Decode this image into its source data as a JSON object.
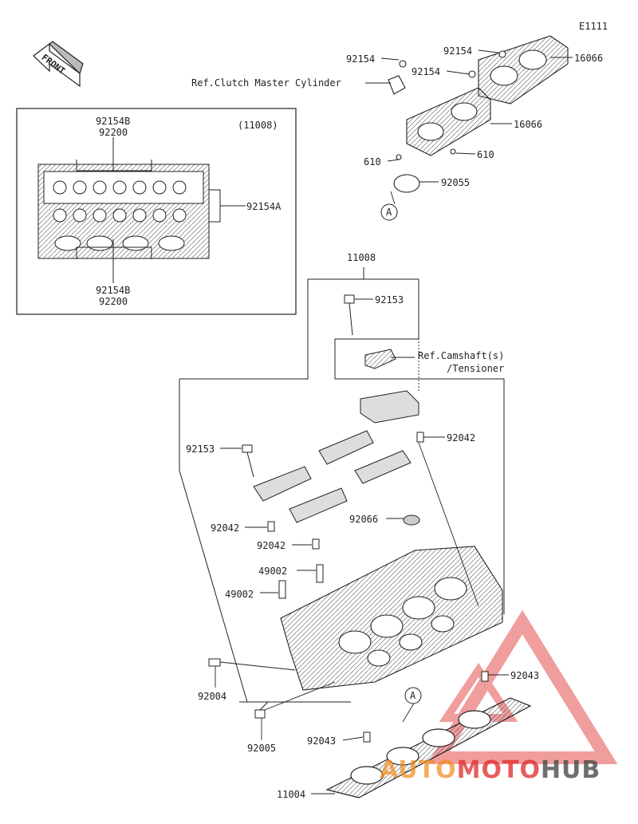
{
  "diagram": {
    "code": "E1111",
    "front_label": "FRONT",
    "inset_group": "(11008)",
    "inset_labels": {
      "top_a": "92154B",
      "top_b": "92200",
      "right": "92154A",
      "bottom_a": "92154B",
      "bottom_b": "92200"
    },
    "labels": {
      "p92154_a": "92154",
      "p92154_b": "92154",
      "p92154_c": "92154",
      "p16066_a": "16066",
      "p16066_b": "16066",
      "ref_clutch": "Ref.Clutch Master Cylinder",
      "p610_a": "610",
      "p610_b": "610",
      "p92055": "92055",
      "ref_a_top": "A",
      "p11008": "11008",
      "p92153_a": "92153",
      "ref_cam_1": "Ref.Camshaft(s)",
      "ref_cam_2": "/Tensioner",
      "p92042_a": "92042",
      "p92153_b": "92153",
      "p92042_b": "92042",
      "p92066": "92066",
      "p92042_c": "92042",
      "p49002_a": "49002",
      "p49002_b": "49002",
      "p92043_a": "92043",
      "p92004": "92004",
      "ref_a_bottom": "A",
      "p92005": "92005",
      "p92043_b": "92043",
      "p11004": "11004"
    },
    "watermark": {
      "part1": "AUTO",
      "part2": "MOTO",
      "part3": "HUB"
    },
    "colors": {
      "line": "#2a2a2a",
      "wm_red": "#e02828",
      "wm_orange": "#f08a1c",
      "wm_dark": "#4a4a4a"
    }
  }
}
